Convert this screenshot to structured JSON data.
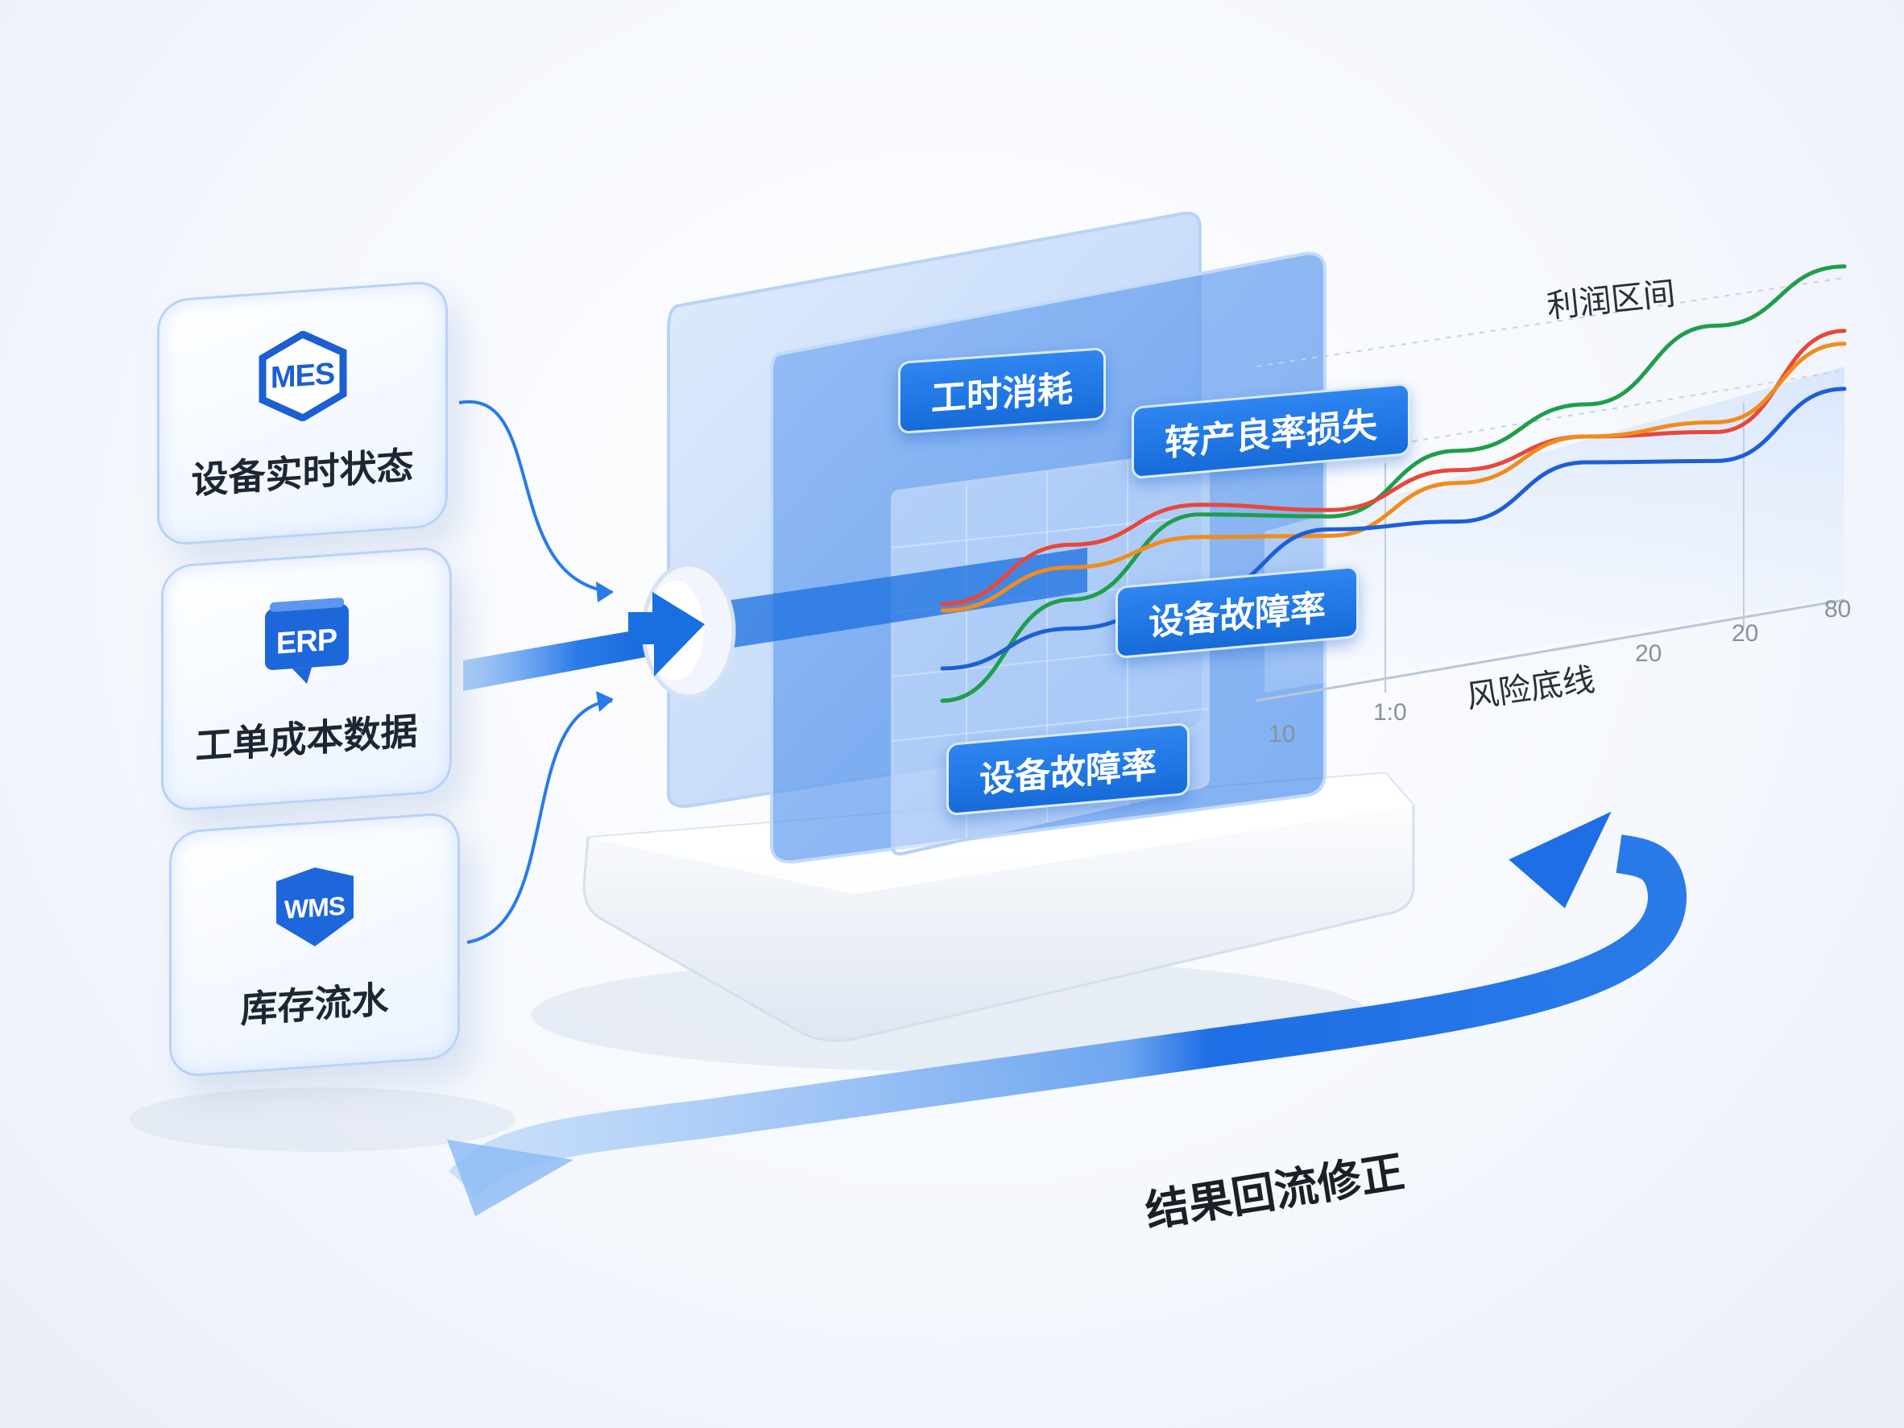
{
  "sources": [
    {
      "badge": "MES",
      "label": "设备实时状态",
      "badge_shape": "hexagon"
    },
    {
      "badge": "ERP",
      "label": "工单成本数据",
      "badge_shape": "speech-bubble"
    },
    {
      "badge": "WMS",
      "label": "库存流水",
      "badge_shape": "shield"
    }
  ],
  "panel_tags": {
    "top_left": "工时消耗",
    "top_right": "转产良率损失",
    "middle_right": "设备故障率",
    "bottom": "设备故障率"
  },
  "chart": {
    "upper_label": "利润区间",
    "lower_label": "风险底线",
    "ticks": [
      "10",
      "1:0",
      "20",
      "20",
      "80"
    ]
  },
  "chart_data": {
    "type": "line",
    "xlabel": "",
    "ylabel": "",
    "x_ticks": [
      "10",
      "1:0",
      "20",
      "20",
      "80"
    ],
    "annotations": [
      "利润区间",
      "风险底线"
    ],
    "series": [
      {
        "color": "#1f9e4a",
        "trend": "rising",
        "values": [
          10,
          35,
          55,
          48,
          62,
          70,
          88,
          100
        ]
      },
      {
        "color": "#e8473a",
        "trend": "rising",
        "values": [
          40,
          52,
          58,
          50,
          56,
          60,
          55,
          80
        ]
      },
      {
        "color": "#f08c1c",
        "trend": "rising",
        "values": [
          38,
          45,
          48,
          42,
          52,
          60,
          58,
          76
        ]
      },
      {
        "color": "#1c5fd6",
        "trend": "rising",
        "values": [
          20,
          26,
          30,
          44,
          40,
          52,
          46,
          62
        ]
      }
    ]
  },
  "loop": {
    "label": "结果回流修正"
  },
  "colors": {
    "accent": "#1a6fe0",
    "card_border": "#b2cdf5",
    "green": "#1f9e4a",
    "red": "#e8473a",
    "orange": "#f08c1c",
    "blue": "#1c5fd6"
  }
}
